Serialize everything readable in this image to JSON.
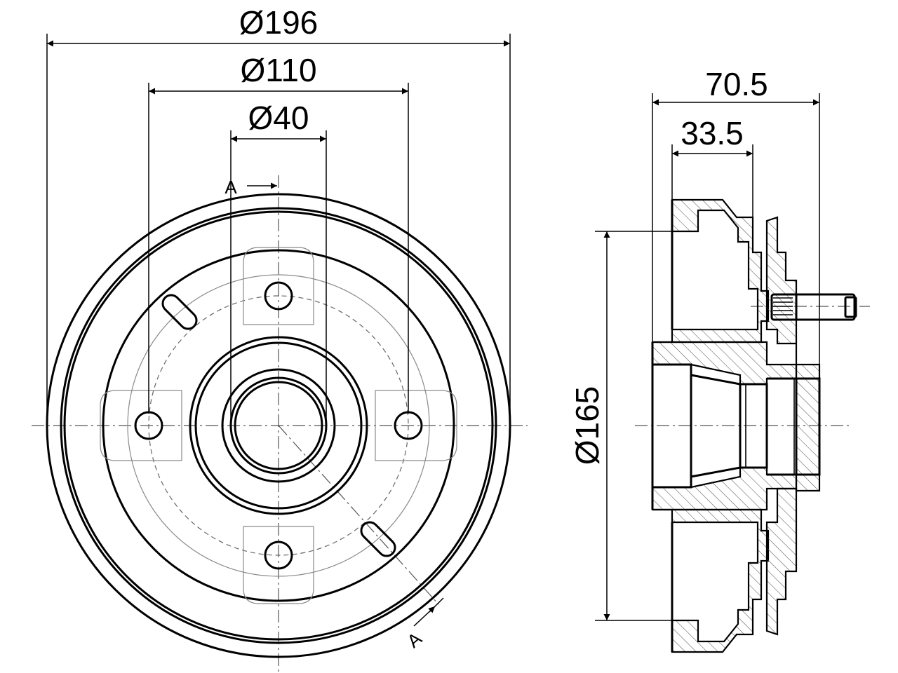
{
  "front_view": {
    "outer_diameter_label": "Ø196",
    "bolt_circle_label": "Ø110",
    "center_bore_label": "Ø40",
    "section_mark_top": "A",
    "section_mark_bottom": "A"
  },
  "side_view": {
    "total_height_label": "70.5",
    "flange_height_label": "33.5",
    "drum_diameter_label": "Ø165"
  }
}
